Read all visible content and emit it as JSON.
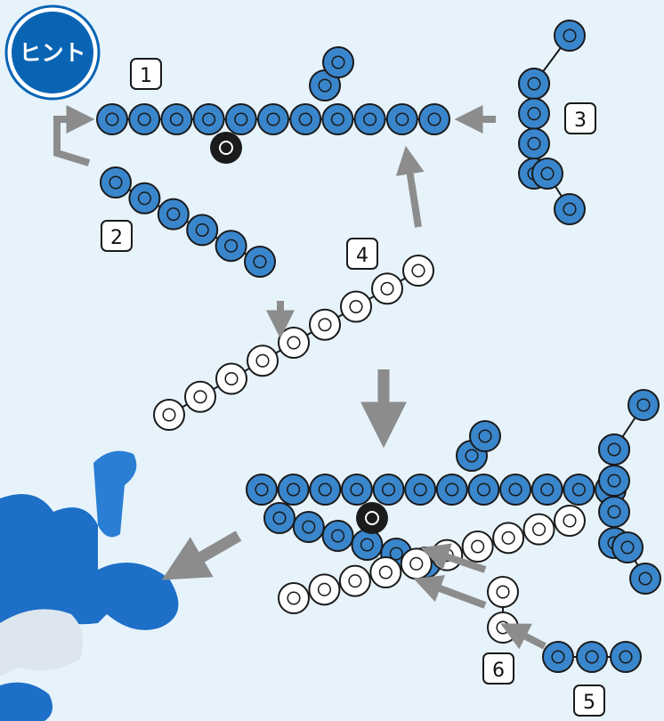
{
  "hint_badge": {
    "text": "ヒント",
    "color": "#0a64b4"
  },
  "steps": [
    {
      "label": "1"
    },
    {
      "label": "2"
    },
    {
      "label": "3"
    },
    {
      "label": "4"
    },
    {
      "label": "5"
    },
    {
      "label": "6"
    }
  ],
  "colors": {
    "background": "#e6f3fb",
    "blue_chain": "#3a86cc",
    "white_chain": "#ffffff",
    "arrow": "#8c8c8c",
    "outline": "#1a1a1a"
  }
}
